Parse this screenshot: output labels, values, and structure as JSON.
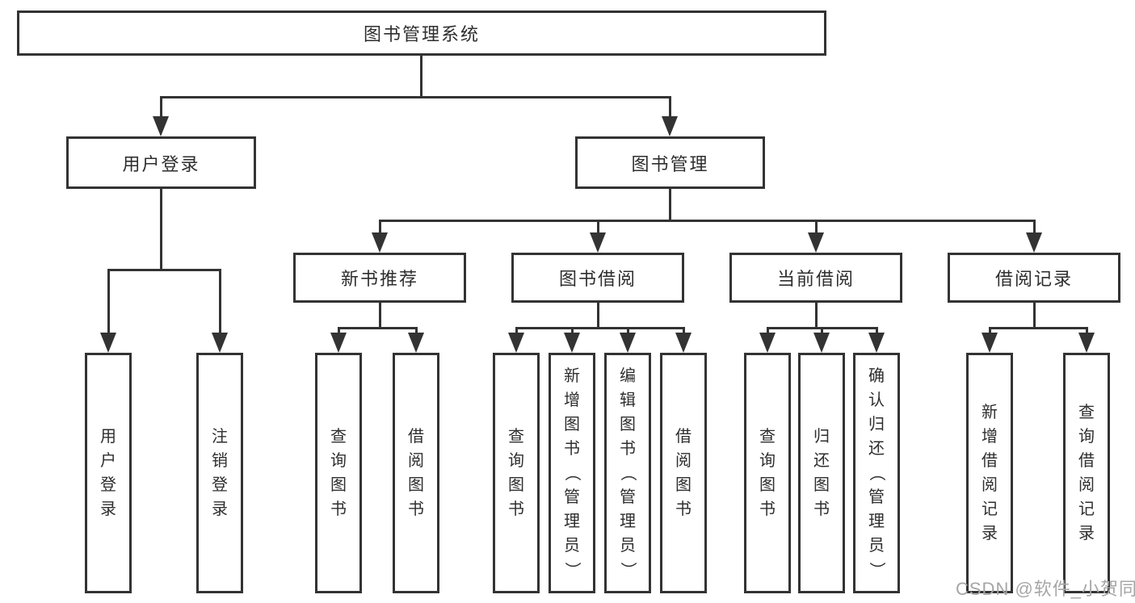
{
  "diagram": {
    "title": "图书管理系统",
    "watermark": "CSDN @软件_小贺同学",
    "colors": {
      "line": "#333333",
      "text": "#2e2e2e",
      "background": "#ffffff",
      "watermark": "#a6a6a6"
    },
    "tree": {
      "root": "图书管理系统",
      "level2": [
        {
          "label": "用户登录",
          "children": [
            "用户登录",
            "注销登录"
          ]
        },
        {
          "label": "图书管理",
          "groups": [
            {
              "label": "新书推荐",
              "children": [
                "查询图书",
                "借阅图书"
              ]
            },
            {
              "label": "图书借阅",
              "children": [
                "查询图书",
                "新增图书（管理员）",
                "编辑图书（管理员）",
                "借阅图书"
              ]
            },
            {
              "label": "当前借阅",
              "children": [
                "查询图书",
                "归还图书",
                "确认归还（管理员）"
              ]
            },
            {
              "label": "借阅记录",
              "children": [
                "新增借阅记录",
                "查询借阅记录"
              ]
            }
          ]
        }
      ]
    }
  }
}
